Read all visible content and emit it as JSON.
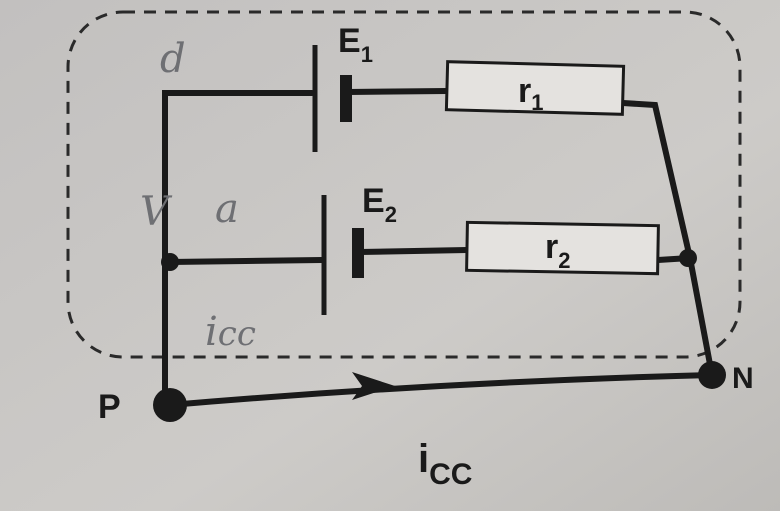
{
  "diagram": {
    "title": "Two generators in parallel, short-circuited between P and N",
    "components": {
      "e1": {
        "name": "E",
        "sub": "1"
      },
      "r1": {
        "name": "r",
        "sub": "1"
      },
      "e2": {
        "name": "E",
        "sub": "2"
      },
      "r2": {
        "name": "r",
        "sub": "2"
      }
    },
    "nodes": {
      "p": "P",
      "n": "N"
    },
    "current": {
      "name": "i",
      "sub": "CC"
    },
    "handwritten": {
      "top": "d",
      "mid": "V",
      "mid2": "a",
      "bottom": "i",
      "bottom_sub": "cc"
    },
    "colors": {
      "wire": "#1a1a1a",
      "paper": "#c9c7c5",
      "box_fill": "#e4e2df",
      "pencil": "#6e6f73"
    }
  }
}
